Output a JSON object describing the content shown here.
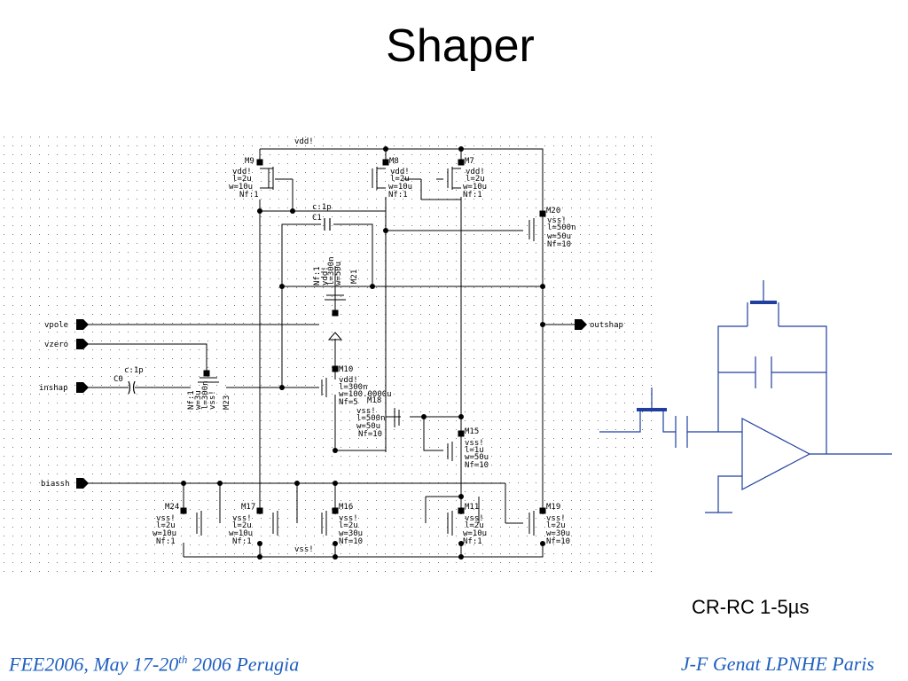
{
  "slide": {
    "title": "Shaper",
    "caption": "CR-RC  1-5µs",
    "footer_left_a": "FEE2006, May 17-20",
    "footer_left_sup": "th",
    "footer_left_b": " 2006 Perugia",
    "footer_right": "J-F Genat LPNHE Paris"
  },
  "schematic": {
    "ports": {
      "vpole": "vpole",
      "vzero": "vzero",
      "inshap": "inshap",
      "biassh": "biassh",
      "outshap": "outshap"
    },
    "rails": {
      "vdd": "vdd!",
      "vss": "vss!"
    },
    "transistors": [
      {
        "name": "M9",
        "bulk": "vdd!",
        "l": "l=2u",
        "w": "w=10u",
        "nf": "Nf:1"
      },
      {
        "name": "M8",
        "bulk": "vdd!",
        "l": "l=2u",
        "w": "w=10u",
        "nf": "Nf:1"
      },
      {
        "name": "M7",
        "bulk": "vdd!",
        "l": "l=2u",
        "w": "w=10u",
        "nf": "Nf:1"
      },
      {
        "name": "M20",
        "bulk": "vss!",
        "l": "l=500n",
        "w": "w=50u",
        "nf": "Nf=10"
      },
      {
        "name": "M21",
        "bulk": "vdd!",
        "l": "l=300n",
        "w": "w=50u",
        "nf": "Nf:1"
      },
      {
        "name": "M10",
        "bulk": "vdd!",
        "l": "l=300n",
        "w": "w=100.0000u",
        "nf": "Nf=5"
      },
      {
        "name": "M18",
        "bulk": "vss!",
        "l": "l=500n",
        "w": "w=50u",
        "nf": "Nf=10"
      },
      {
        "name": "M15",
        "bulk": "vss!",
        "l": "l=1u",
        "w": "w=50u",
        "nf": "Nf=10"
      },
      {
        "name": "M23",
        "bulk": "vss!",
        "l": "l=300n",
        "w": "w=3u",
        "nf": "Nf:1"
      },
      {
        "name": "M24",
        "bulk": "vss!",
        "l": "l=2u",
        "w": "w=10u",
        "nf": "Nf:1"
      },
      {
        "name": "M17",
        "bulk": "vss!",
        "l": "l=2u",
        "w": "w=10u",
        "nf": "Nf:1"
      },
      {
        "name": "M16",
        "bulk": "vss!",
        "l": "l=2u",
        "w": "w=30u",
        "nf": "Nf=10"
      },
      {
        "name": "M11",
        "bulk": "vss!",
        "l": "l=2u",
        "w": "w=10u",
        "nf": "Nf:1"
      },
      {
        "name": "M19",
        "bulk": "vss!",
        "l": "l=2u",
        "w": "w=30u",
        "nf": "Nf=10"
      }
    ],
    "capacitors": [
      {
        "name": "C1",
        "value": "c:1p"
      },
      {
        "name": "C0",
        "value": "c:1p"
      }
    ]
  }
}
